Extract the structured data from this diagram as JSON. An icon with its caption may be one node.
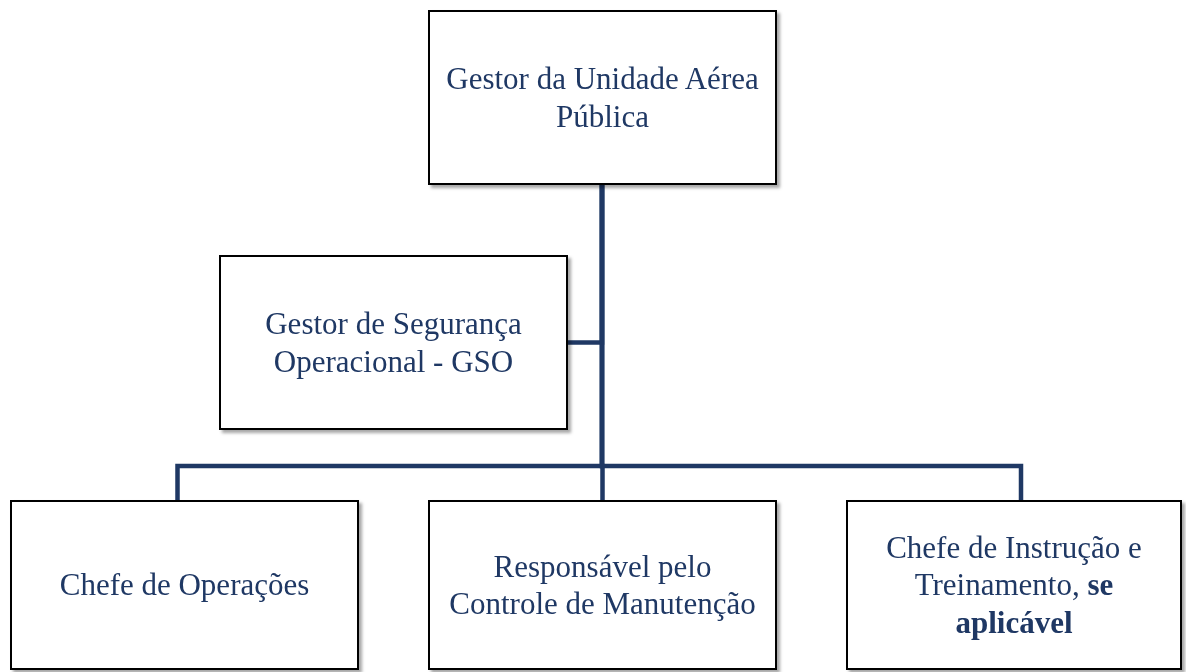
{
  "diagram": {
    "nodes": [
      {
        "text": [
          "Gestor da Unidade Aérea Pública"
        ]
      },
      {
        "text": [
          "Gestor de Segurança Operacional - GSO"
        ]
      },
      {
        "text": [
          "Chefe de Operações"
        ]
      },
      {
        "text": [
          "Responsável pelo Controle de Manutenção"
        ]
      },
      {
        "text": [
          "Chefe de Instrução e Treinamento, **se aplicável**"
        ]
      }
    ],
    "edges": [
      {
        "from": 0,
        "to": 1,
        "arrow": "none"
      },
      {
        "from": 0,
        "to": 2,
        "arrow": "none"
      },
      {
        "from": 0,
        "to": 3,
        "arrow": "none"
      },
      {
        "from": 0,
        "to": 4,
        "arrow": "none"
      }
    ]
  }
}
